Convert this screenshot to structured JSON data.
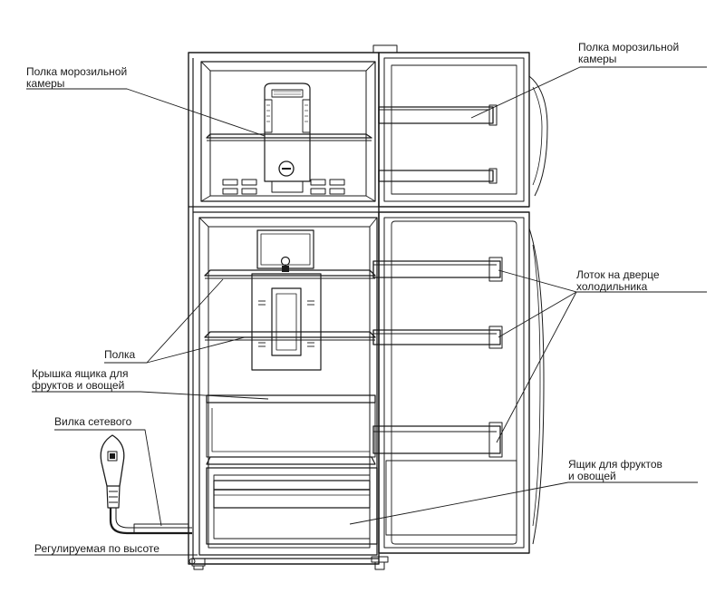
{
  "labels": {
    "freezer_shelf_left": [
      "Полка морозильной",
      "камеры"
    ],
    "freezer_shelf_right": [
      "Полка морозильной",
      "камеры"
    ],
    "door_tray": [
      "Лоток на дверце",
      "холодильника"
    ],
    "shelf": [
      "Полка"
    ],
    "crisper_cover": [
      "Крышка ящика для",
      "фруктов и овощей"
    ],
    "plug": [
      "Вилка сетевого"
    ],
    "crisper_drawer": [
      "Ящик для фруктов",
      "и овощей"
    ],
    "height_adjust": [
      "Регулируемая по высоте"
    ]
  },
  "colors": {
    "line": "#1a1a1a",
    "fill": "#ffffff"
  }
}
